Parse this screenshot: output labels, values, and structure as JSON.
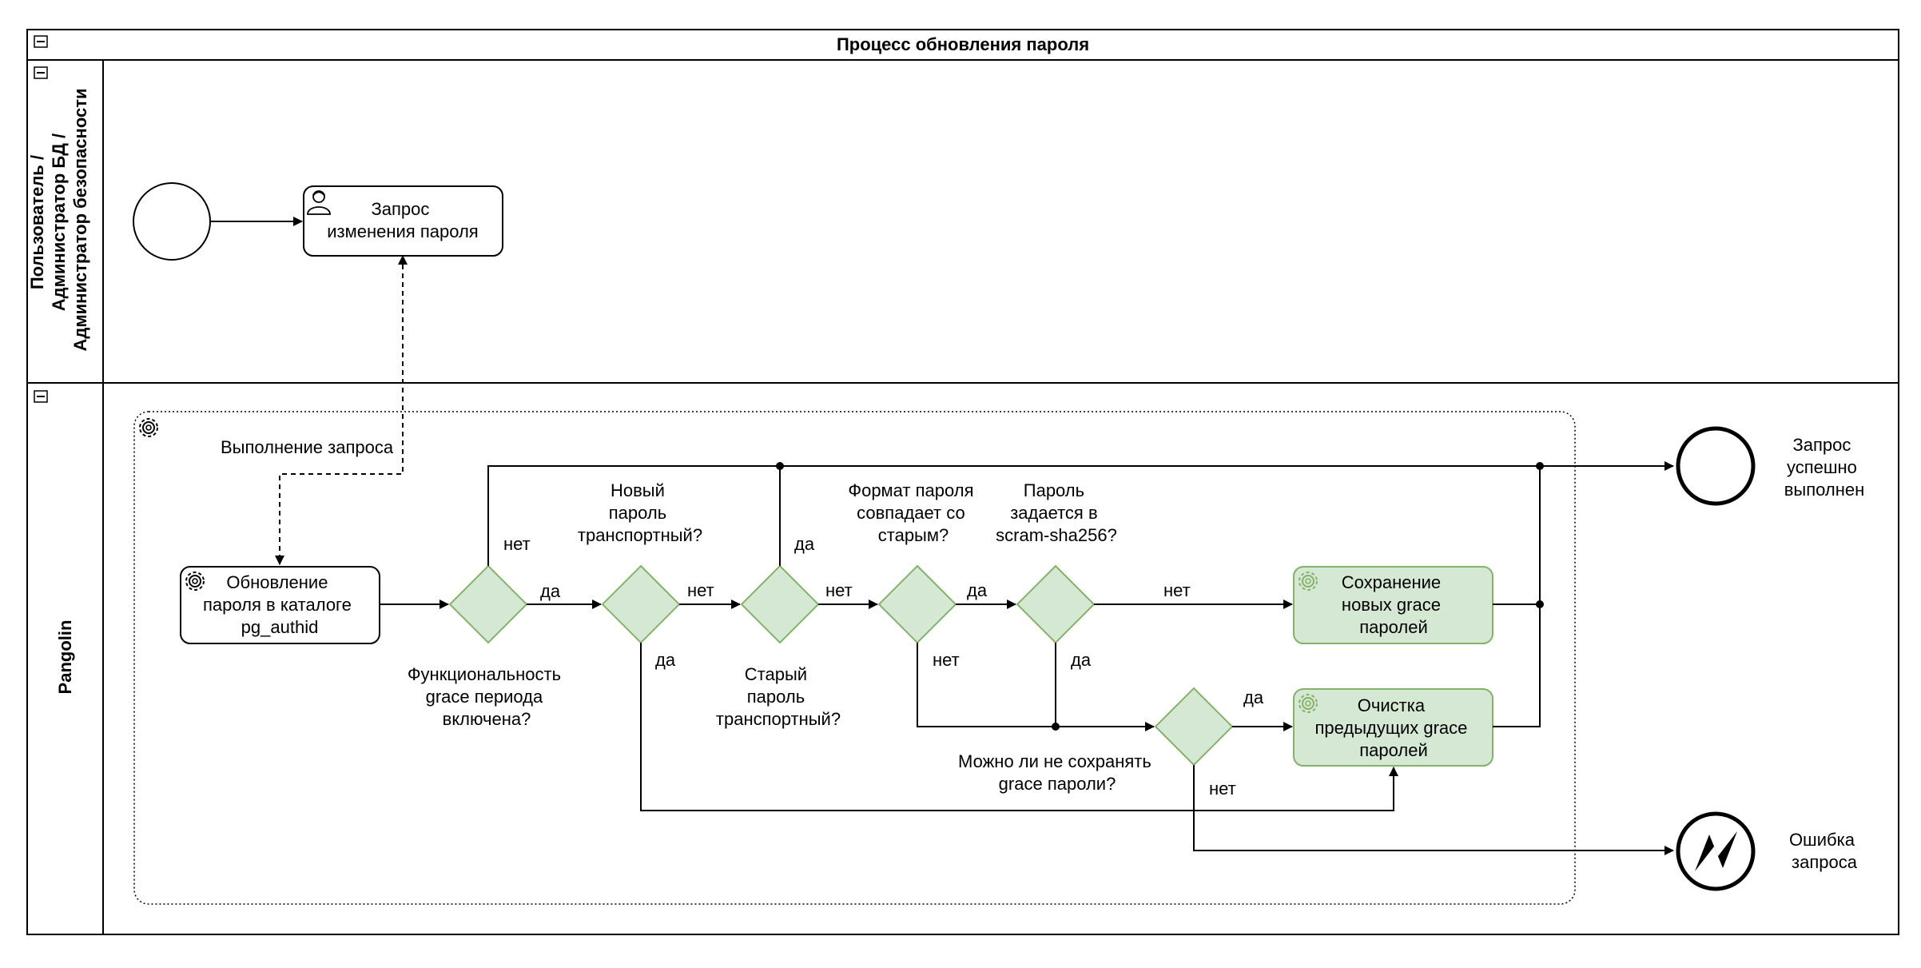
{
  "pool": {
    "title": "Процесс обновления пароля",
    "lanes": {
      "user": [
        "Пользователь /",
        "Администратор БД /",
        "Администратор безопасности"
      ],
      "system": "Pangolin"
    }
  },
  "tasks": {
    "request": [
      "Запрос",
      "изменения пароля"
    ],
    "update": [
      "Обновление",
      "пароля в каталоге",
      "pg_authid"
    ],
    "save": [
      "Сохранение",
      "новых grace",
      "паролей"
    ],
    "clear": [
      "Очистка",
      "предыдущих grace",
      "паролей"
    ]
  },
  "gateways": {
    "g1": [
      "Функциональность",
      "grace периода",
      "включена?"
    ],
    "g2": [
      "Новый",
      "пароль",
      "транспортный?"
    ],
    "g3": [
      "Старый",
      "пароль",
      "транспортный?"
    ],
    "g4": [
      "Формат пароля",
      "совпадает со",
      "старым?"
    ],
    "g5": [
      "Пароль",
      "задается в",
      "scram-sha256?"
    ],
    "g6": [
      "Можно ли не сохранять",
      "grace пароли?"
    ]
  },
  "events": {
    "success": [
      "Запрос",
      "успешно",
      "выполнен"
    ],
    "error": [
      "Ошибка",
      "запроса"
    ]
  },
  "messages": {
    "exec": "Выполнение запроса"
  },
  "flow_labels": {
    "yes": "да",
    "no": "нет"
  },
  "colors": {
    "task_fill": "#d5e8d4",
    "task_stroke": "#82b366",
    "line": "#000000"
  },
  "icons": {
    "collapse": "minus-square-icon",
    "user_task": "user-icon",
    "service_task": "gear-icon",
    "error_event": "lightning-icon"
  }
}
